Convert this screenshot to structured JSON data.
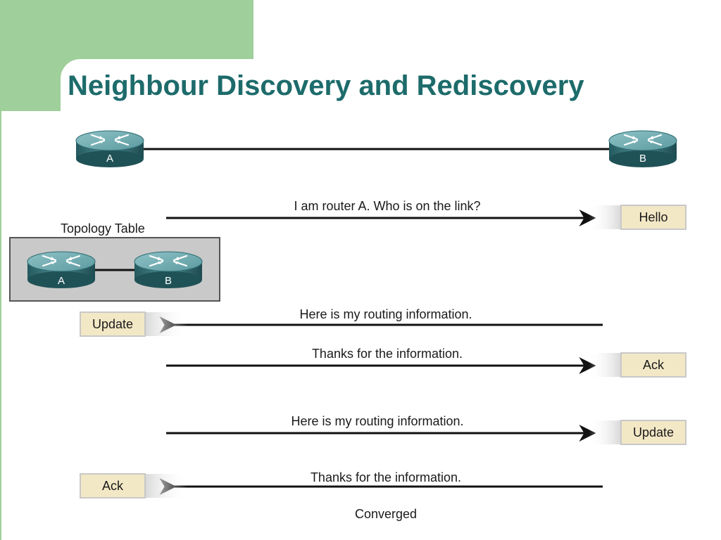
{
  "slide": {
    "title": "Neighbour Discovery and Rediscovery",
    "accent_color": "#1d6b6b",
    "band_color": "#9fcf9a"
  },
  "routers": {
    "a_label": "A",
    "b_label": "B",
    "icon": "router-icon"
  },
  "topology": {
    "heading": "Topology Table",
    "a_label": "A",
    "b_label": "B"
  },
  "messages": [
    {
      "text": "I am router A. Who is on the link?",
      "tag": "Hello",
      "direction": "A-to-B"
    },
    {
      "text": "Here is my routing information.",
      "tag": "Update",
      "direction": "B-to-A"
    },
    {
      "text": "Thanks for the information.",
      "tag": "Ack",
      "direction": "A-to-B"
    },
    {
      "text": "Here is my routing information.",
      "tag": "Update",
      "direction": "A-to-B"
    },
    {
      "text": "Thanks for the information.",
      "tag": "Ack",
      "direction": "B-to-A"
    }
  ],
  "footer": {
    "status": "Converged"
  }
}
